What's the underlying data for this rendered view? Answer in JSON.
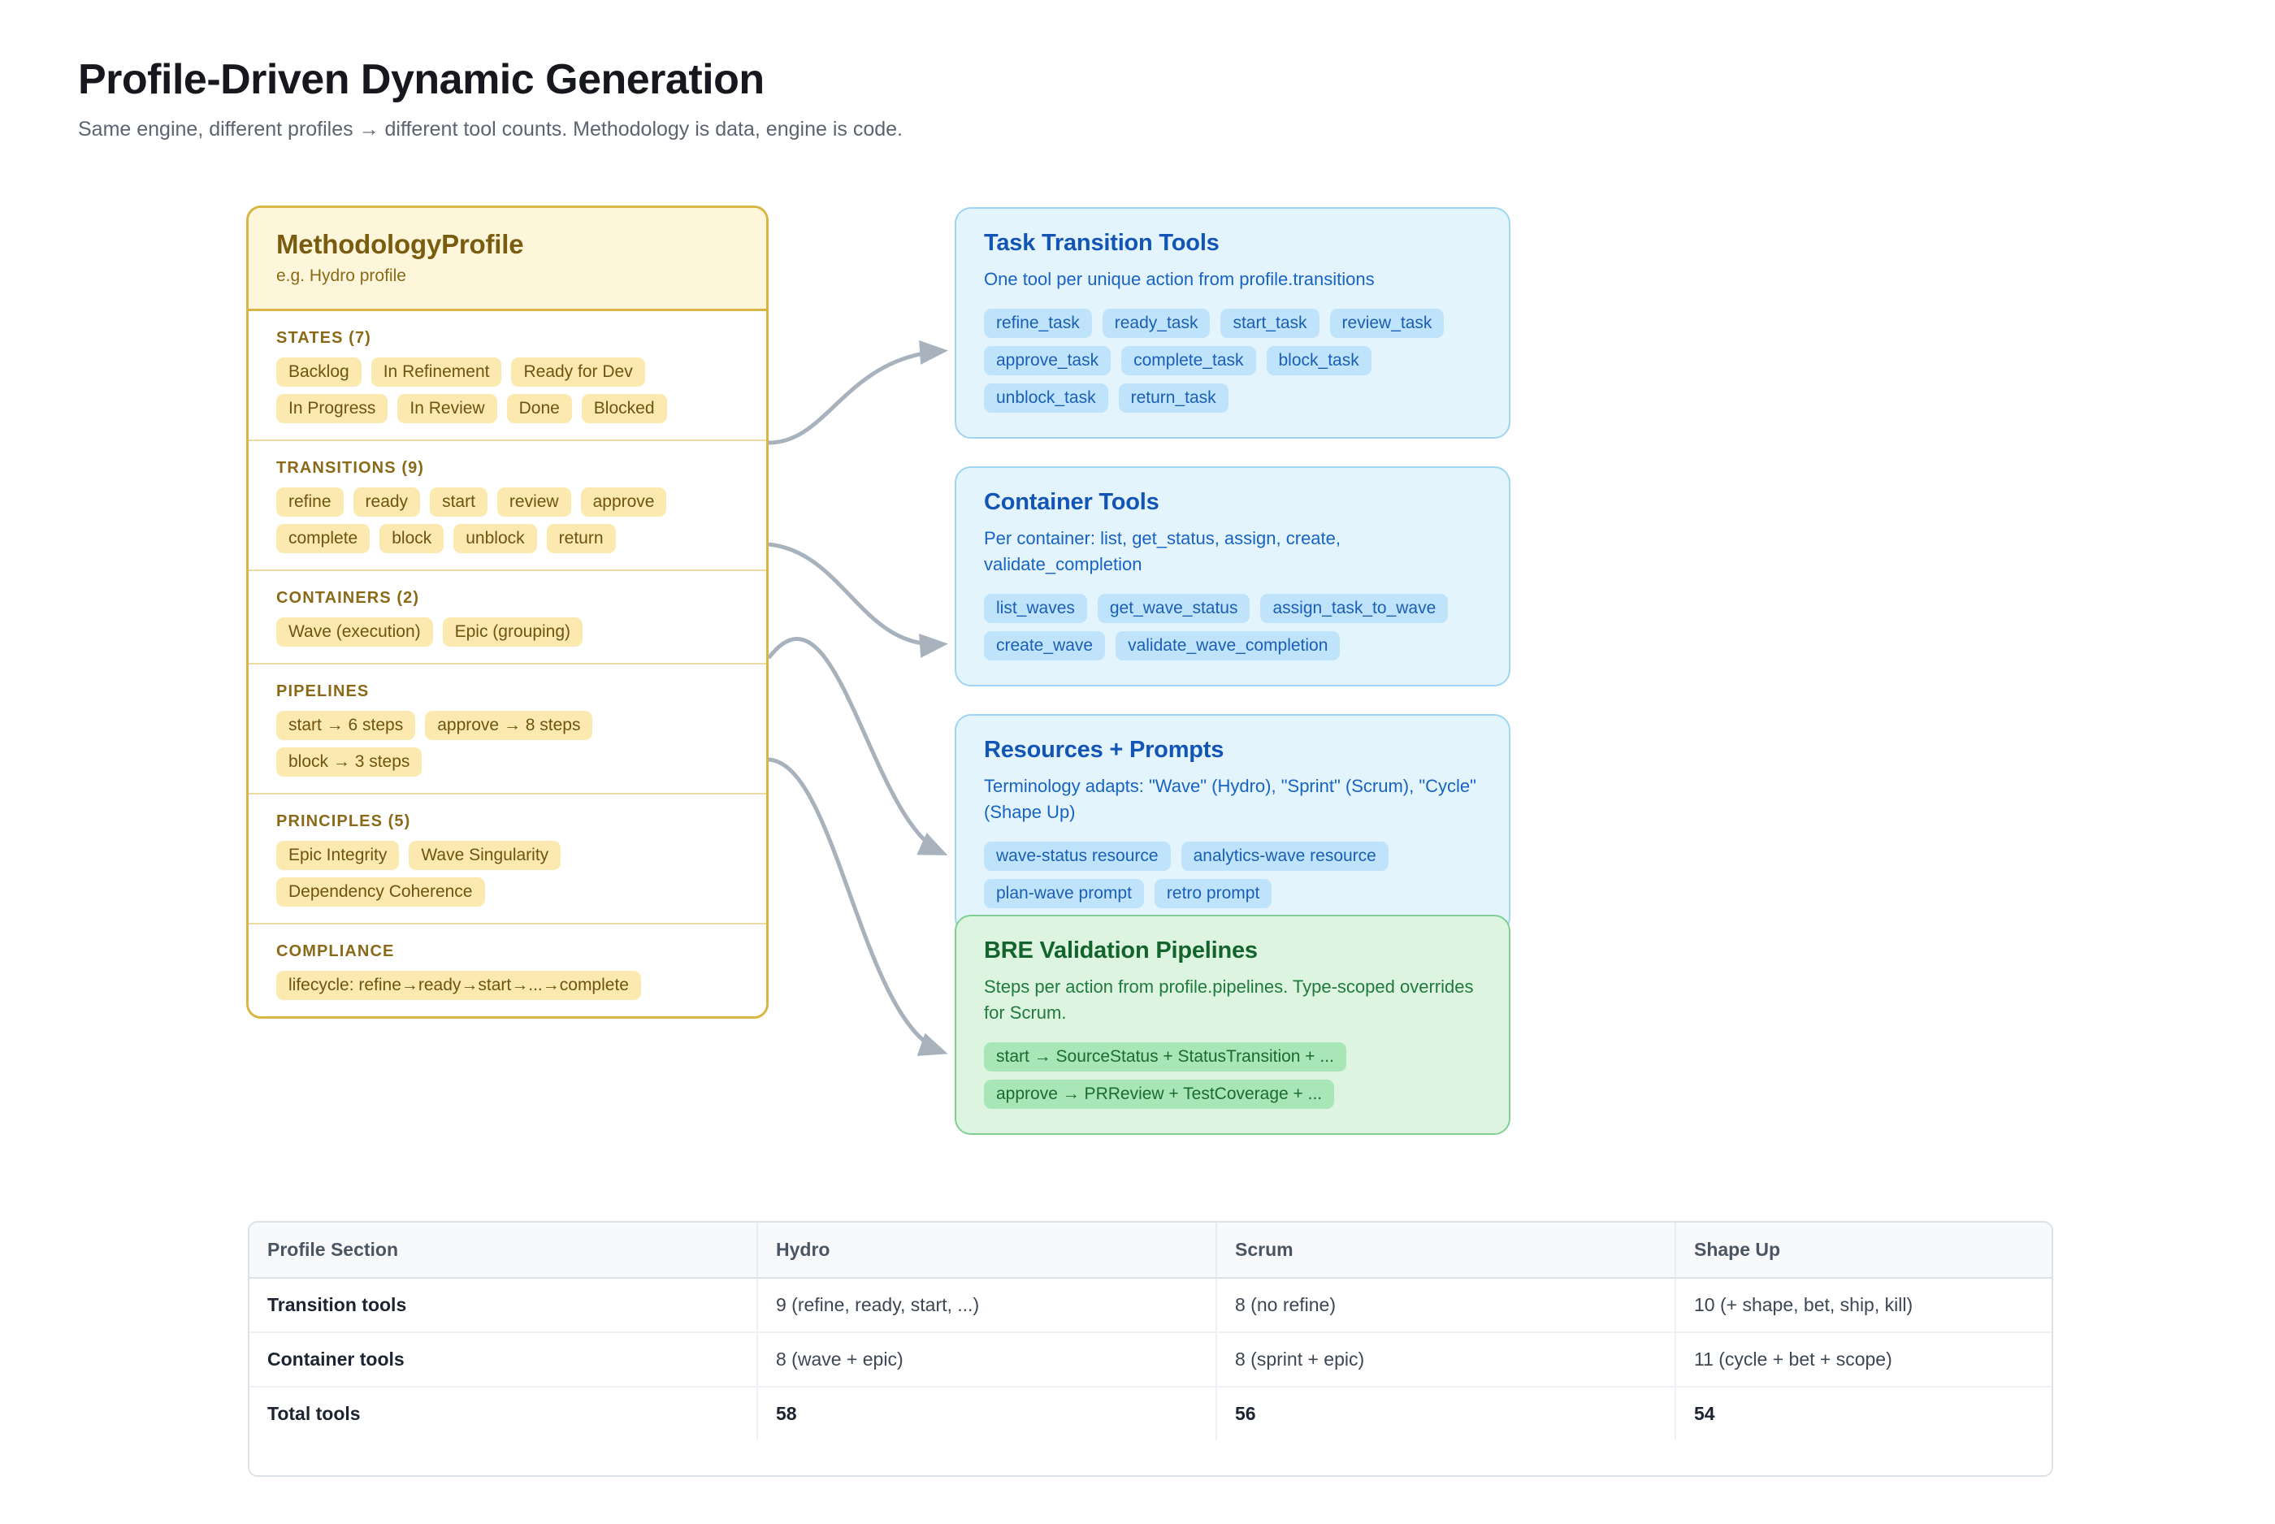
{
  "header": {
    "title": "Profile-Driven Dynamic Generation",
    "subtitle": "Same engine, different profiles → different tool counts. Methodology is data, engine is code."
  },
  "colors": {
    "profile_border": "#d9b543",
    "profile_header_bg": "#fdf6db",
    "profile_chip_bg": "#fce9b0",
    "profile_text": "#7a5c10",
    "blue_card_bg": "#e3f4fd",
    "blue_card_border": "#9fd5f2",
    "blue_chip_bg": "#bfe3fb",
    "blue_text": "#1255b5",
    "green_card_bg": "#ddf5e0",
    "green_card_border": "#7fcf92",
    "green_chip_bg": "#a8e6b8",
    "green_text": "#13642c",
    "connector": "#a8b2bd"
  },
  "profile_card": {
    "title": "MethodologyProfile",
    "subtitle": "e.g. Hydro profile",
    "sections": [
      {
        "title": "STATES (7)",
        "chips": [
          "Backlog",
          "In Refinement",
          "Ready for Dev",
          "In Progress",
          "In Review",
          "Done",
          "Blocked"
        ]
      },
      {
        "title": "TRANSITIONS (9)",
        "chips": [
          "refine",
          "ready",
          "start",
          "review",
          "approve",
          "complete",
          "block",
          "unblock",
          "return"
        ]
      },
      {
        "title": "CONTAINERS (2)",
        "chips": [
          "Wave (execution)",
          "Epic (grouping)"
        ]
      },
      {
        "title": "PIPELINES",
        "chips": [
          "start → 6 steps",
          "approve → 8 steps",
          "block → 3 steps"
        ]
      },
      {
        "title": "PRINCIPLES (5)",
        "chips": [
          "Epic Integrity",
          "Wave Singularity",
          "Dependency Coherence"
        ]
      },
      {
        "title": "COMPLIANCE",
        "chips": [
          "lifecycle: refine→ready→start→...→complete"
        ]
      }
    ]
  },
  "output_cards": [
    {
      "id": "task-transition",
      "title": "Task Transition Tools",
      "desc": "One tool per unique action from profile.transitions",
      "chips": [
        "refine_task",
        "ready_task",
        "start_task",
        "review_task",
        "approve_task",
        "complete_task",
        "block_task",
        "unblock_task",
        "return_task"
      ]
    },
    {
      "id": "container-tools",
      "title": "Container Tools",
      "desc": "Per container: list, get_status, assign, create, validate_completion",
      "chips": [
        "list_waves",
        "get_wave_status",
        "assign_task_to_wave",
        "create_wave",
        "validate_wave_completion"
      ]
    },
    {
      "id": "resources",
      "title": "Resources + Prompts",
      "desc": "Terminology adapts: \"Wave\" (Hydro), \"Sprint\" (Scrum), \"Cycle\" (Shape Up)",
      "chips": [
        "wave-status resource",
        "analytics-wave resource",
        "plan-wave prompt",
        "retro prompt"
      ]
    },
    {
      "id": "bre",
      "title": "BRE Validation Pipelines",
      "desc": "Steps per action from profile.pipelines. Type-scoped overrides for Scrum.",
      "chips": [
        "start → SourceStatus + StatusTransition + ...",
        "approve → PRReview + TestCoverage + ..."
      ]
    }
  ],
  "comparison_table": {
    "columns": [
      "Profile Section",
      "Hydro",
      "Scrum",
      "Shape Up"
    ],
    "rows": [
      {
        "label": "Transition tools",
        "hydro": "9 (refine, ready, start, ...)",
        "scrum": "8 (no refine)",
        "shapeup": "10 (+ shape, bet, ship, kill)"
      },
      {
        "label": "Container tools",
        "hydro": "8 (wave + epic)",
        "scrum": "8 (sprint + epic)",
        "shapeup": "11 (cycle + bet + scope)"
      },
      {
        "label": "Total tools",
        "hydro": "58",
        "scrum": "56",
        "shapeup": "54"
      }
    ]
  }
}
